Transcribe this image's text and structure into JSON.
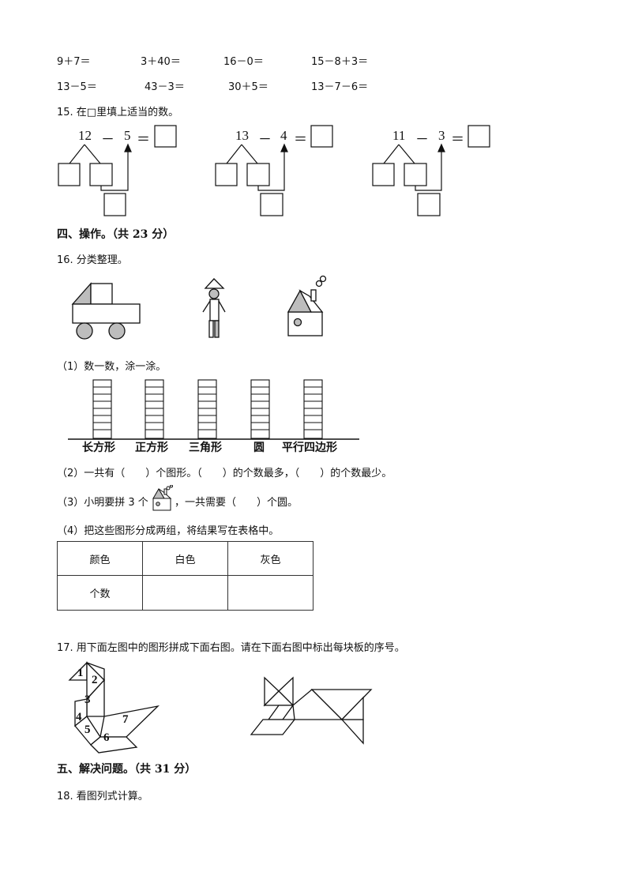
{
  "arith": {
    "row1": [
      "9＋7＝",
      "3＋40＝",
      "16－0＝",
      "15－8＋3＝"
    ],
    "row2": [
      "13－5＝",
      "43－3＝",
      "30＋5＝",
      "13－7－6＝"
    ]
  },
  "q15": {
    "prompt": "15. 在□里填上适当的数。",
    "problems": [
      {
        "a": "12",
        "op": "－",
        "b": "5",
        "eq": "＝"
      },
      {
        "a": "13",
        "op": "－",
        "b": "4",
        "eq": "＝"
      },
      {
        "a": "11",
        "op": "－",
        "b": "3",
        "eq": "＝"
      }
    ]
  },
  "section4": {
    "title": "四、操作。（共 23 分）"
  },
  "q16": {
    "prompt": "16. 分类整理。",
    "p1": "（1）数一数，涂一涂。",
    "columns": [
      "长方形",
      "正方形",
      "三角形",
      "圆",
      "平行四边形"
    ],
    "p2": "（2）一共有（　　）个图形。（　　）的个数最多，（　　）的个数最少。",
    "p3_a": "（3）小明要拼 3 个",
    "p3_b": "，一共需要（　　）个圆。",
    "p4": "（4）把这些图形分成两组，将结果写在表格中。",
    "table": {
      "header": [
        "颜色",
        "白色",
        "灰色"
      ],
      "row": [
        "个数",
        "",
        ""
      ]
    }
  },
  "q17": {
    "prompt": "17.  用下面左图中的图形拼成下面右图。请在下面右图中标出每块板的序号。",
    "pieces": [
      "1",
      "2",
      "3",
      "4",
      "5",
      "6",
      "7"
    ]
  },
  "section5": {
    "title": "五、解决问题。（共 31 分）"
  },
  "q18": {
    "prompt": "18. 看图列式计算。"
  },
  "colors": {
    "gray": "#bdbdbd",
    "ink": "#111111"
  }
}
